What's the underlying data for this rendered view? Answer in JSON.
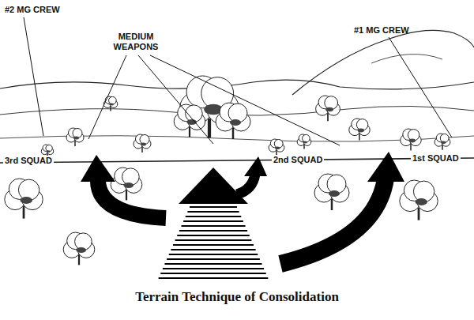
{
  "diagram": {
    "caption": "Terrain Technique of Consolidation",
    "labels": [
      "#2 MG CREW",
      "MEDIUM WEAPONS",
      "#1 MG CREW",
      "3rd SQUAD",
      "2nd SQUAD",
      "1st SQUAD"
    ]
  }
}
